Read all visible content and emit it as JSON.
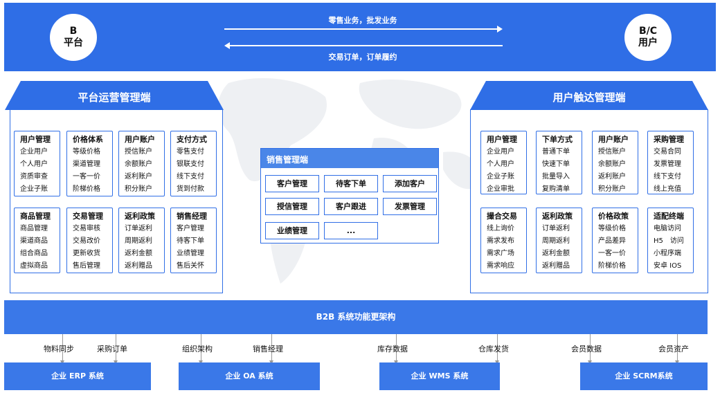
{
  "top": {
    "left_node": {
      "line1": "B",
      "line2": "平台"
    },
    "right_node": {
      "line1": "B/C",
      "line2": "用户"
    },
    "arrow_top_label": "零售业务，批发业务",
    "arrow_bottom_label": "交易订单，订单履约"
  },
  "left_panel": {
    "title": "平台运营管理端",
    "modules": [
      {
        "title": "用户管理",
        "items": [
          "企业用户",
          "个人用户",
          "资质审查",
          "企业子账"
        ]
      },
      {
        "title": "价格体系",
        "items": [
          "等级价格",
          "渠道管理",
          "一客一价",
          "阶梯价格"
        ]
      },
      {
        "title": "用户账户",
        "items": [
          "授信账户",
          "余额账户",
          "返利账户",
          "积分账户"
        ]
      },
      {
        "title": "支付方式",
        "items": [
          "零售支付",
          "银联支付",
          "线下支付",
          "货到付款"
        ]
      },
      {
        "title": "商品管理",
        "items": [
          "商品管理",
          "渠道商品",
          "组合商品",
          "虚拟商品"
        ]
      },
      {
        "title": "交易管理",
        "items": [
          "交易审核",
          "交易改价",
          "更新收货",
          "售后管理"
        ]
      },
      {
        "title": "返利政策",
        "items": [
          "订单返利",
          "周期返利",
          "返利金额",
          "返利赠品"
        ]
      },
      {
        "title": "销售经理",
        "items": [
          "客户管理",
          "待客下单",
          "业绩管理",
          "售后关怀"
        ]
      }
    ]
  },
  "right_panel": {
    "title": "用户触达管理端",
    "modules": [
      {
        "title": "用户管理",
        "items": [
          "企业用户",
          "个人用户",
          "企业子账",
          "企业审批"
        ]
      },
      {
        "title": "下单方式",
        "items": [
          "普通下单",
          "快速下单",
          "批量导入",
          "复购清单"
        ]
      },
      {
        "title": "用户账户",
        "items": [
          "授信账户",
          "余额账户",
          "返利账户",
          "积分账户"
        ]
      },
      {
        "title": "采购管理",
        "items": [
          "交易合同",
          "发票管理",
          "线下支付",
          "线上充值"
        ]
      },
      {
        "title": "撮合交易",
        "items": [
          "线上询价",
          "需求发布",
          "需求广场",
          "需求响应"
        ]
      },
      {
        "title": "返利政策",
        "items": [
          "订单返利",
          "周期返利",
          "返利金额",
          "返利赠品"
        ]
      },
      {
        "title": "价格政策",
        "items": [
          "等级价格",
          "产品差异",
          "一客一价",
          "阶梯价格"
        ]
      },
      {
        "title": "适配终端",
        "items": [
          "电脑访问",
          "H5　访问",
          "小程序端",
          "安卓 IOS"
        ]
      }
    ]
  },
  "sales": {
    "title": "销售管理端",
    "buttons": [
      "客户管理",
      "待客下单",
      "添加客户",
      "授信管理",
      "客户跟进",
      "发票管理",
      "业绩管理",
      "..."
    ]
  },
  "b2b_label": "B2B 系统功能更架构",
  "connectors": [
    "物料同步",
    "采购订单",
    "组织架构",
    "销售经理",
    "库存数据",
    "仓库发货",
    "会员数据",
    "会员资产"
  ],
  "systems": [
    "企业 ERP 系统",
    "企业 OA 系统",
    "企业 WMS 系统",
    "企业 SCRM系统"
  ],
  "colors": {
    "primary": "#2f6ee6",
    "header": "#4a86e8",
    "connector": "#999999"
  }
}
